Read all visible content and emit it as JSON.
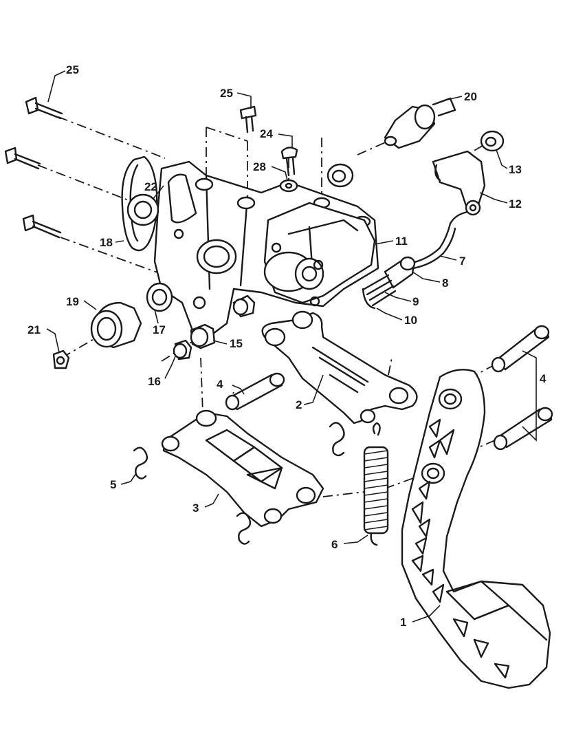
{
  "callouts": {
    "c1": "1",
    "c2": "2",
    "c3": "3",
    "c4a": "4",
    "c4b": "4",
    "c5": "5",
    "c6": "6",
    "c7": "7",
    "c8": "8",
    "c9": "9",
    "c10": "10",
    "c11": "11",
    "c12": "12",
    "c13": "13",
    "c15": "15",
    "c16": "16",
    "c17": "17",
    "c18": "18",
    "c19": "19",
    "c20": "20",
    "c21": "21",
    "c22": "22",
    "c24": "24",
    "c25a": "25",
    "c25b": "25",
    "c28": "28"
  }
}
